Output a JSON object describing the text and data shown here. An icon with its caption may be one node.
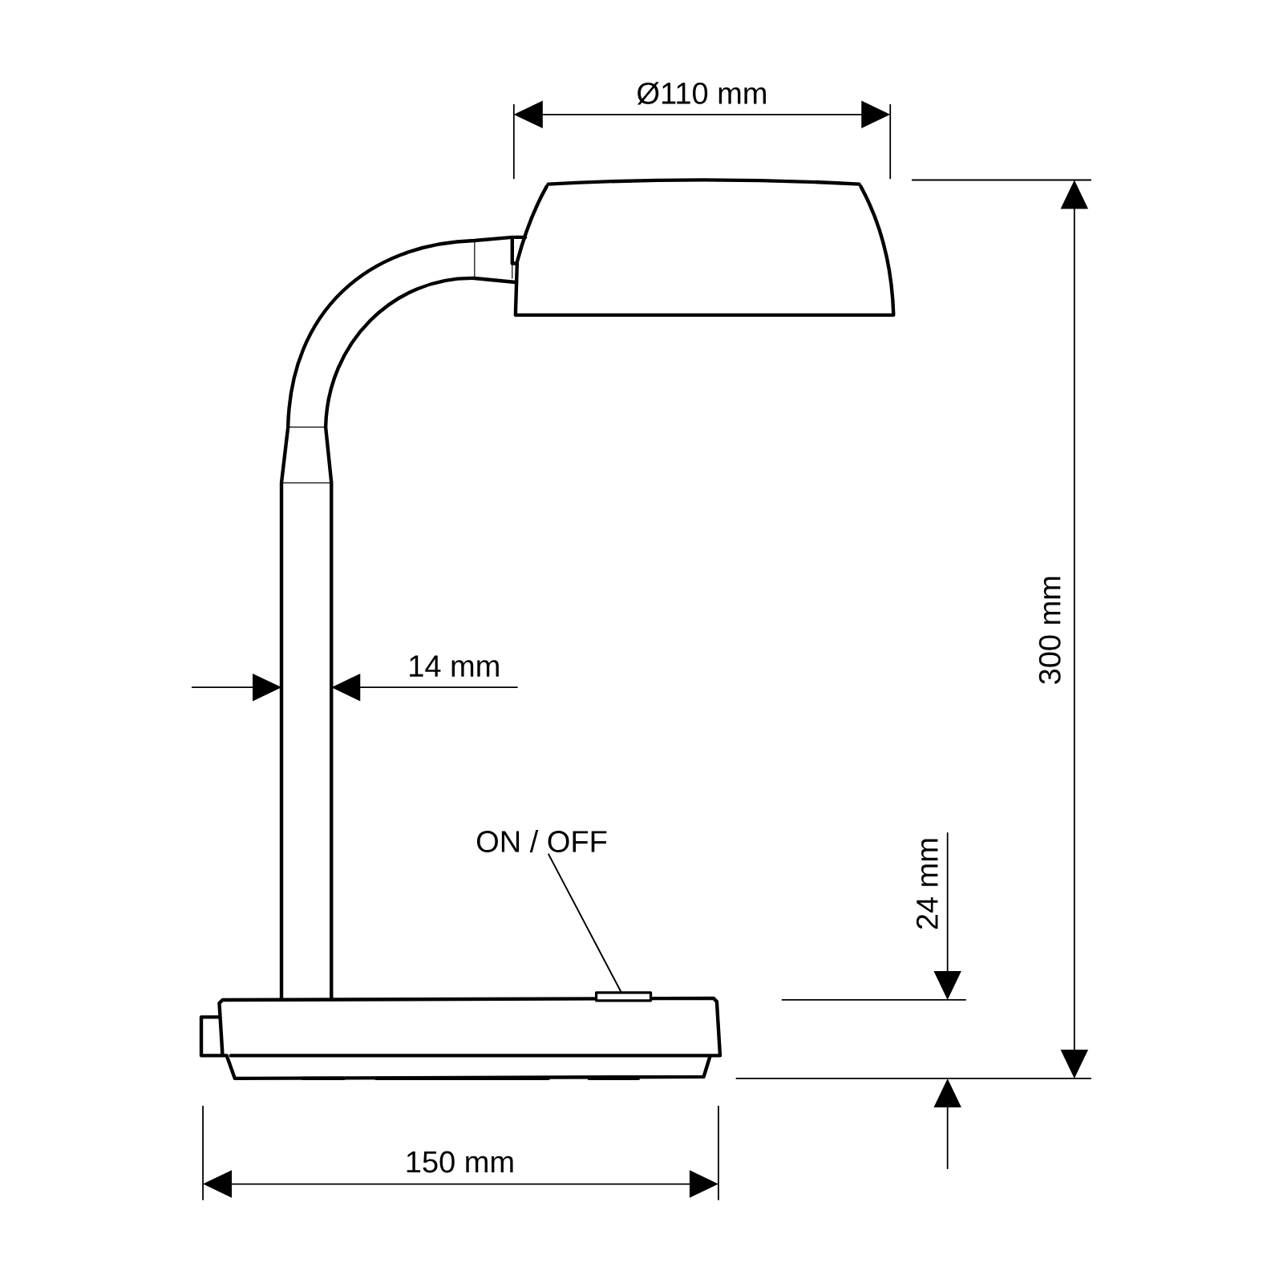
{
  "diagram": {
    "nodes": [
      {
        "text": [
          "ON / OFF"
        ]
      },
      {
        "text": [],
        "shape": "box"
      }
    ],
    "edges": [
      {
        "from": 0,
        "to": 1,
        "arrow": "none"
      }
    ],
    "labels": [
      "Ø110 mm",
      "300 mm",
      "14 mm",
      "24 mm",
      "150 mm"
    ]
  }
}
